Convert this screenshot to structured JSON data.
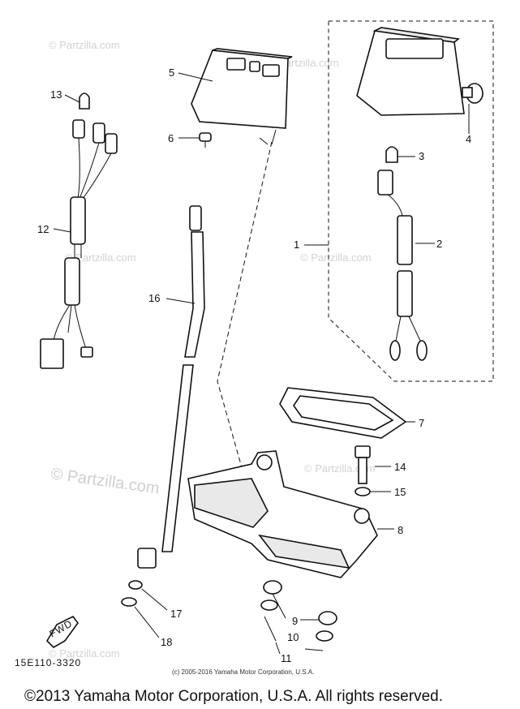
{
  "diagram": {
    "callouts": [
      {
        "id": "c1",
        "label": "1"
      },
      {
        "id": "c2",
        "label": "2"
      },
      {
        "id": "c3",
        "label": "3"
      },
      {
        "id": "c4",
        "label": "4"
      },
      {
        "id": "c5",
        "label": "5"
      },
      {
        "id": "c6",
        "label": "6"
      },
      {
        "id": "c7",
        "label": "7"
      },
      {
        "id": "c8",
        "label": "8"
      },
      {
        "id": "c9",
        "label": "9"
      },
      {
        "id": "c10",
        "label": "10"
      },
      {
        "id": "c11",
        "label": "11"
      },
      {
        "id": "c12",
        "label": "12"
      },
      {
        "id": "c13",
        "label": "13"
      },
      {
        "id": "c14",
        "label": "14"
      },
      {
        "id": "c15",
        "label": "15"
      },
      {
        "id": "c16",
        "label": "16"
      },
      {
        "id": "c17",
        "label": "17"
      },
      {
        "id": "c18",
        "label": "18"
      }
    ],
    "diagram_code": "15E110-3320",
    "fwd_label": "FWD",
    "watermarks": [
      "© Partzilla.com",
      "© Partzilla.com",
      "© Partzilla.com",
      "© Partzilla.com",
      "© Partzilla.com",
      "© Partzilla.com",
      "© Partzilla.com"
    ],
    "copyright_small": "(c) 2005-2016 Yamaha Motor Corporation, U.S.A.",
    "copyright_footer": "©2013 Yamaha Motor Corporation, U.S.A. All rights reserved."
  }
}
